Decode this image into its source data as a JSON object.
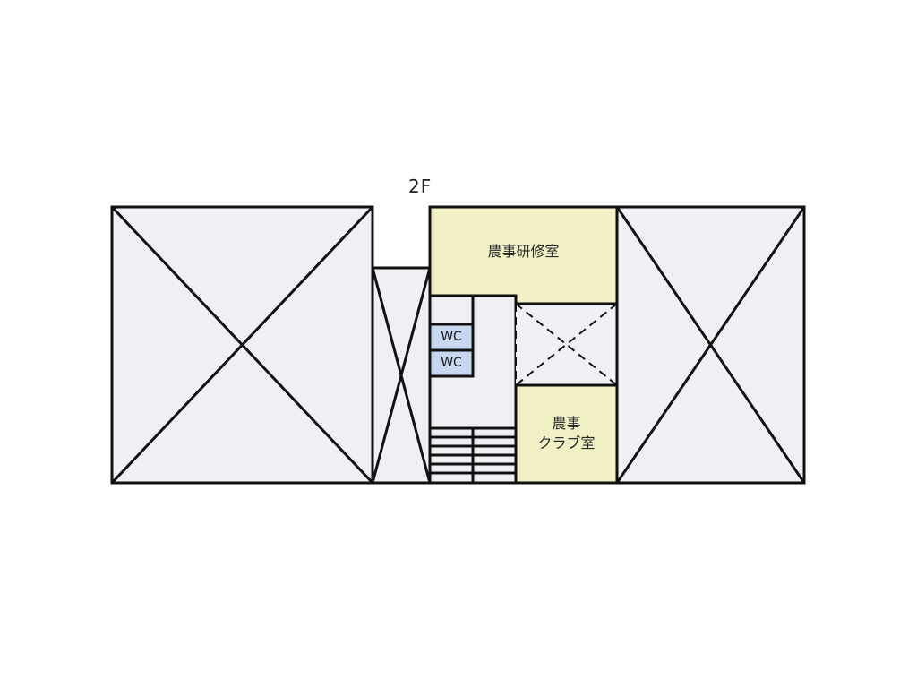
{
  "floor": {
    "label": "2F"
  },
  "colors": {
    "wall": "#111111",
    "void_fill": "#eff0f4",
    "room_fill": "#f0f0c4",
    "wc_fill": "#c8d8f0",
    "background": "#ffffff"
  },
  "rooms": [
    {
      "id": "training-room",
      "label": "農事研修室"
    },
    {
      "id": "club-room",
      "label": "農事\nクラブ室"
    },
    {
      "id": "wc-1",
      "label": "WC"
    },
    {
      "id": "wc-2",
      "label": "WC"
    }
  ],
  "areas": [
    {
      "id": "left-void",
      "type": "not-accessible"
    },
    {
      "id": "narrow-void",
      "type": "not-accessible"
    },
    {
      "id": "atrium-void",
      "type": "open-void-dashed"
    },
    {
      "id": "stairs",
      "type": "staircase"
    },
    {
      "id": "right-void",
      "type": "not-accessible"
    }
  ]
}
